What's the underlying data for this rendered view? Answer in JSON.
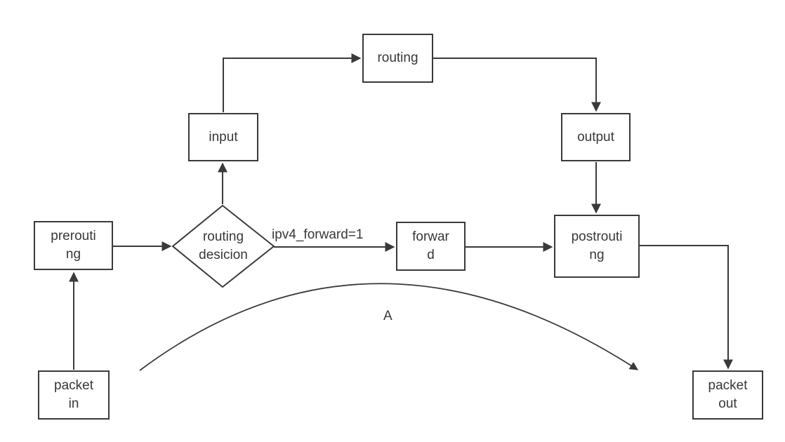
{
  "nodes": {
    "routing": {
      "label": "routing"
    },
    "input": {
      "label": "input"
    },
    "output": {
      "label": "output"
    },
    "prerouting": {
      "label": "prerouti\nng"
    },
    "decision": {
      "label": "routing\ndesicion"
    },
    "forward": {
      "label": "forwar\nd"
    },
    "postrouting": {
      "label": "postrouti\nng"
    },
    "packet_in": {
      "label": "packet\nin"
    },
    "packet_out": {
      "label": "packet\nout"
    }
  },
  "edges": {
    "decision_forward": {
      "label": "ipv4_forward=1"
    },
    "bypass_arc": {
      "label": "A"
    }
  },
  "colors": {
    "stroke": "#3a3a3a",
    "text": "#383838",
    "background": "#ffffff"
  }
}
